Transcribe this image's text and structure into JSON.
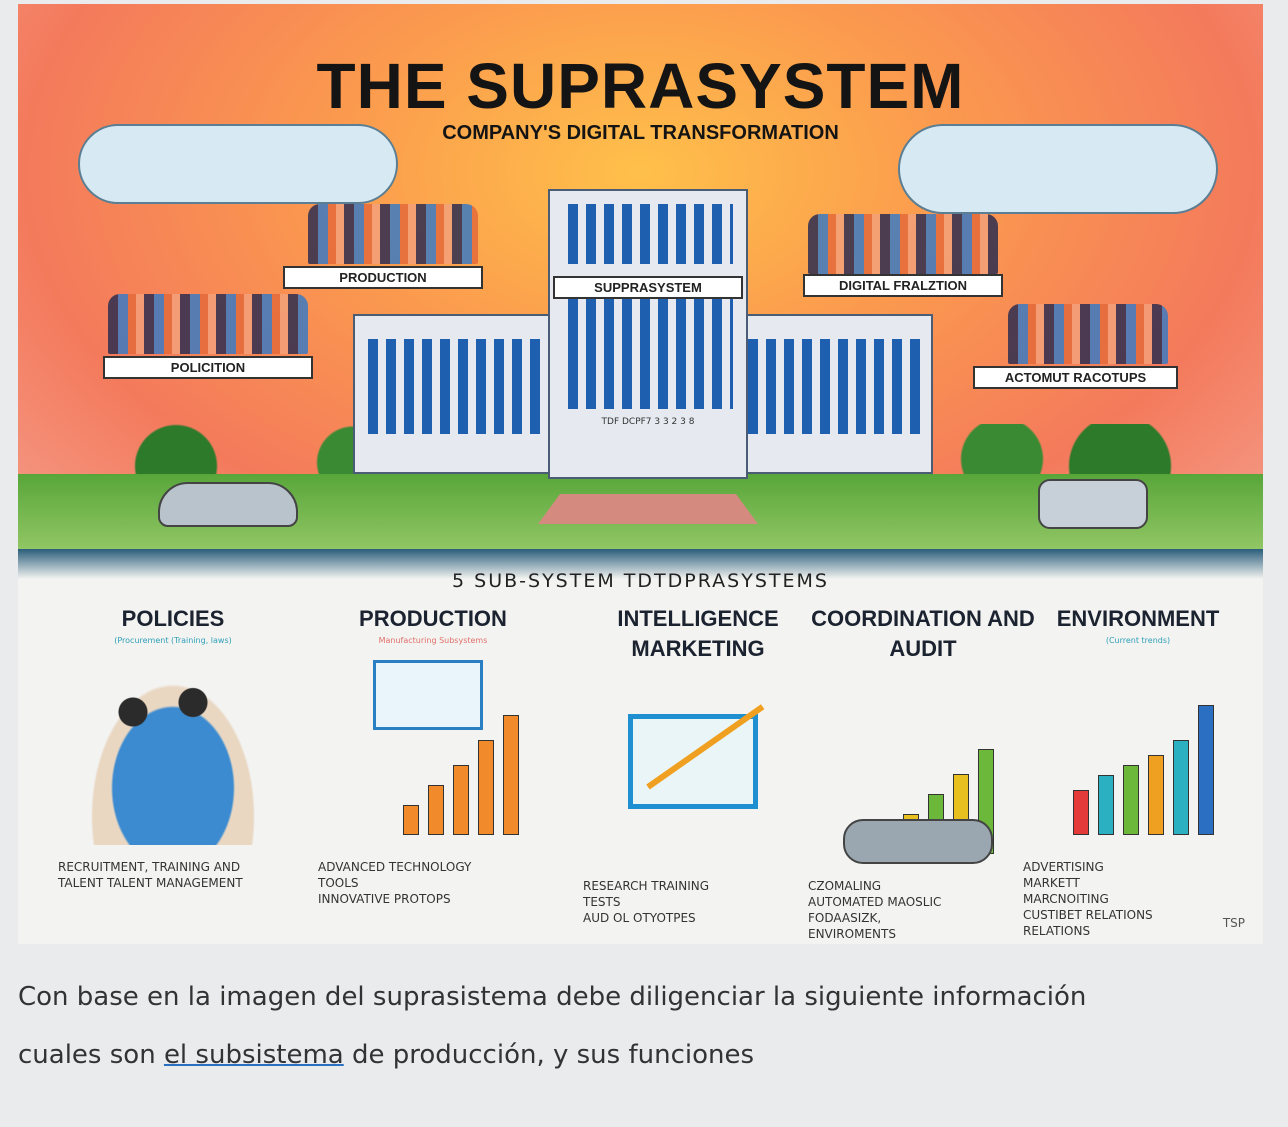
{
  "illustration": {
    "title": "THE SUPRASYSTEM",
    "subtitle": "COMPANY'S DIGITAL TRANSFORMATION",
    "building_label": "SUPPRASYSTEM",
    "building_sign": "TDF DCPF7 3 3 2 3 8",
    "labels": {
      "production": "PRODUCTION",
      "policies": "POLICITION",
      "digital": "DIGITAL FRALZTION",
      "account": "ACTOMUT RACOTUPS"
    },
    "section_title": "5 SUB-SYSTEM TDTDPRASYSTEMS",
    "columns": [
      {
        "title": "POLICIES",
        "subtitle": "(Procurement (Training, laws)",
        "items": [
          "RECRUITMENT, TRAINING AND TALENT TALENT MANAGEMENT"
        ]
      },
      {
        "title": "PRODUCTION",
        "subtitle": "Manufacturing Subsystems",
        "items": [
          "ADVANCED TECHNOLOGY",
          "TOOLS",
          "INNOVATIVE PROTOPS"
        ]
      },
      {
        "title": "INTELLIGENCE MARKETING",
        "subtitle": "",
        "items": [
          "RESEARCH TRAINING",
          "TESTS",
          "AUD OL OTYOTPES"
        ]
      },
      {
        "title": "COORDINATION AND AUDIT",
        "subtitle": "",
        "items": [
          "CZOMALING",
          "AUTOMATED MAOSLIC",
          "FODAASIZK,",
          "ENVIROMENTS"
        ]
      },
      {
        "title": "ENVIRONMENT",
        "subtitle": "(Current trends)",
        "items": [
          "ADVERTISING",
          "MARKETT",
          "MARCNOITING",
          "CUSTIBET RELATIONS",
          "RELATIONS"
        ]
      }
    ],
    "signature": "TSP"
  },
  "question": {
    "line1": "Con base en la imagen del suprasistema debe diligenciar la siguiente información",
    "line2_pre": "cuales son ",
    "line2_link": "el  subsistema",
    "line2_post": " de producción, y sus funciones"
  },
  "colors": {
    "sky": "#fb9a4e",
    "building_blue": "#1e5fb0",
    "grass": "#58a63a",
    "link_underline": "#2a6fc2"
  }
}
